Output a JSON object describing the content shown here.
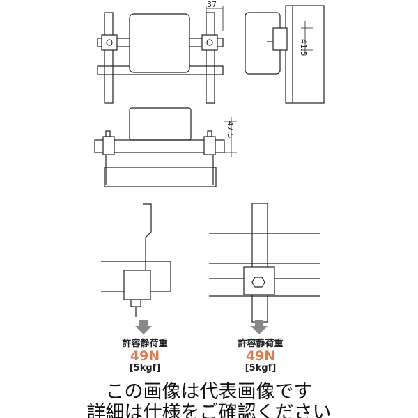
{
  "dimensions": {
    "width_a": "37",
    "height_b": "41.5",
    "height_c": "47.5"
  },
  "loads": [
    {
      "title": "許容静荷重",
      "value": "49N",
      "kgf": "[5kgf]"
    },
    {
      "title": "許容静荷重",
      "value": "49N",
      "kgf": "[5kgf]"
    }
  ],
  "notice": {
    "line1": "この画像は代表画像です",
    "line2": "詳細は仕様をご確認ください"
  },
  "colors": {
    "accent": "#e07a50",
    "line": "#222222",
    "arrow": "#888888"
  }
}
